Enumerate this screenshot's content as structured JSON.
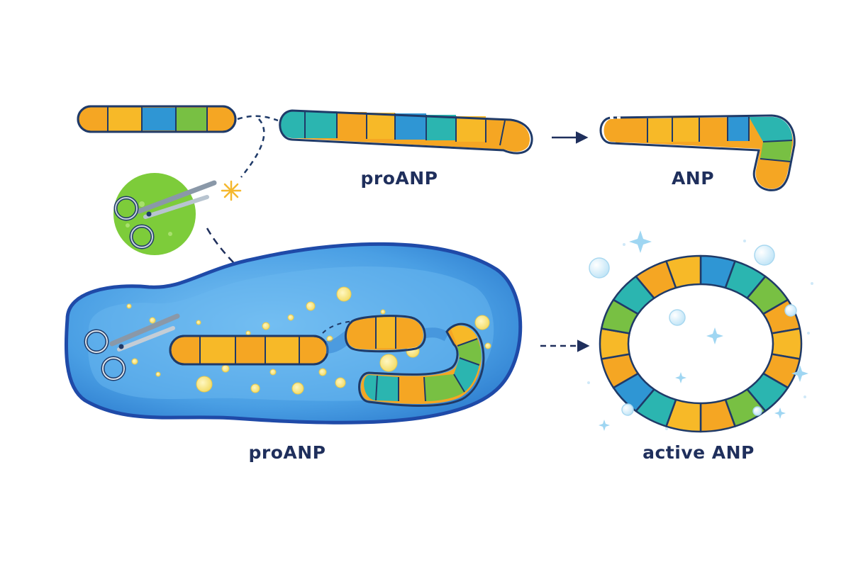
{
  "labels": {
    "top_pro": "proANP",
    "top_anp": "ANP",
    "bottom_pro": "proANP",
    "bottom_active": "active ANP"
  },
  "colors": {
    "orange": "#f5a623",
    "yellow_orange": "#f7b928",
    "teal": "#2bb5b0",
    "blue": "#2f96d4",
    "green": "#78c043",
    "outline": "#1f3a68",
    "arrow": "#1f2f5c",
    "cell_fill": "#3f8fe0",
    "cell_inner": "#6ab7f0",
    "enzyme_circle": "#7dcc3a",
    "spark": "#f5b82e"
  },
  "icons": [
    "scissors-icon",
    "spark-icon",
    "sparkle-icon",
    "bubble-icon"
  ]
}
